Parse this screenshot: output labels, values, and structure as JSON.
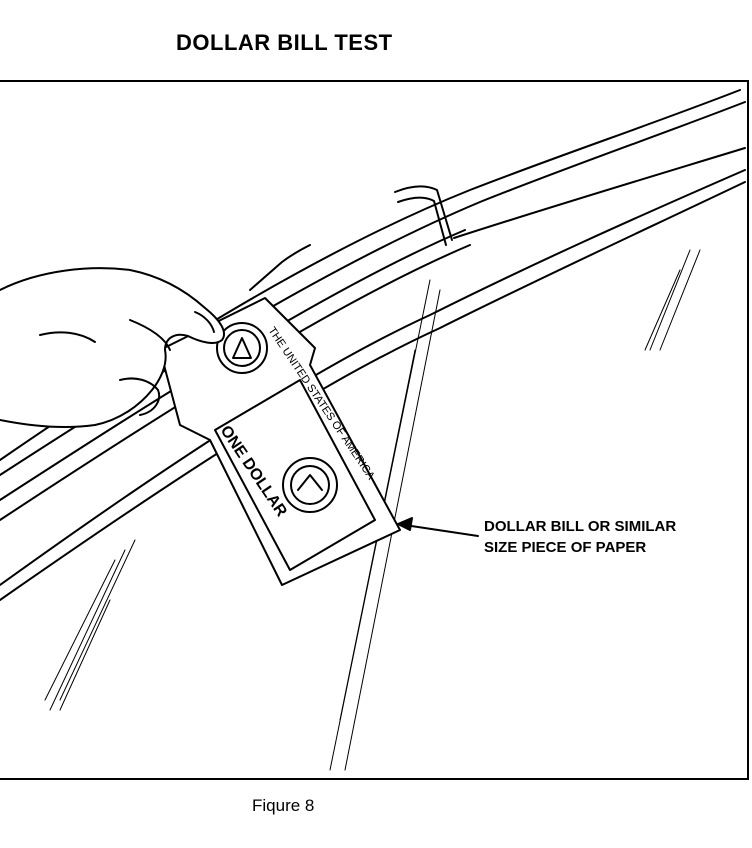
{
  "title": "DOLLAR BILL TEST",
  "callout": {
    "line1": "DOLLAR BILL OR SIMILAR",
    "line2": "SIZE PIECE OF PAPER"
  },
  "caption": "Fiqure 8",
  "bill_text": {
    "top": "THE UNITED STATES OF AMERICA",
    "middle": "ONE DOLLAR"
  },
  "colors": {
    "ink": "#000000",
    "paper": "#ffffff"
  }
}
